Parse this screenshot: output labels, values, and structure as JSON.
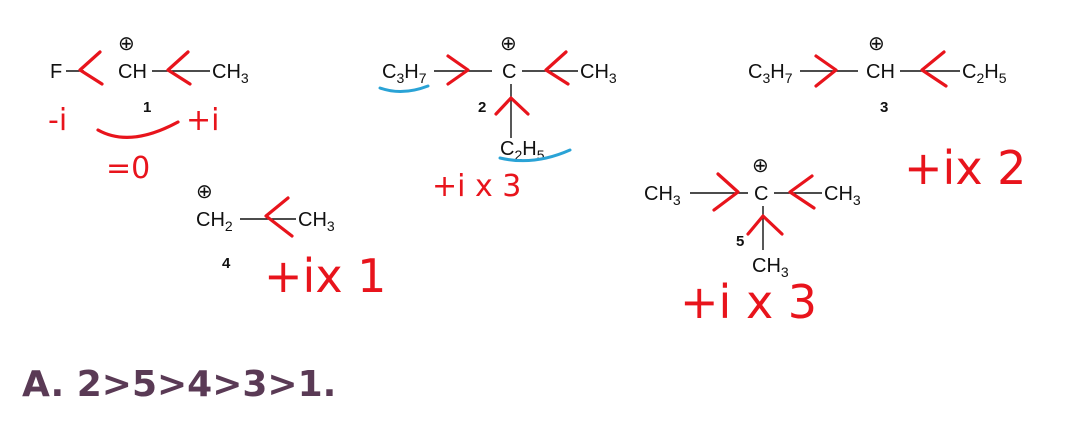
{
  "plus_sign": "⊕",
  "molecules": [
    {
      "id": "molecule-1",
      "number": "1",
      "f": "F",
      "ch": "CH",
      "ch3": "CH3"
    },
    {
      "id": "molecule-2",
      "number": "2",
      "c3h7": "C3H7",
      "c": "C",
      "ch3": "CH3",
      "c2h5": "C2H5"
    },
    {
      "id": "molecule-3",
      "number": "3",
      "c3h7": "C3H7",
      "ch": "CH",
      "c2h5": "C2H5"
    },
    {
      "id": "molecule-4",
      "number": "4",
      "ch2": "CH2",
      "ch3": "CH3"
    },
    {
      "id": "molecule-5",
      "number": "5",
      "ch3_left": "CH3",
      "c": "C",
      "ch3_right": "CH3",
      "ch3_bottom": "CH3"
    }
  ],
  "annotations": {
    "m1_left": "-i",
    "m1_right": "+i",
    "m1_sum": "=0",
    "m2": "+i x 3",
    "m3": "+ix 2",
    "m4": "+ix 1",
    "m5": "+i x 3"
  },
  "answer": "A. 2>5>4>3>1.",
  "colors": {
    "annotation": "#e8141c",
    "underline": "#2aa3d6",
    "answer": "#5a3a55"
  }
}
